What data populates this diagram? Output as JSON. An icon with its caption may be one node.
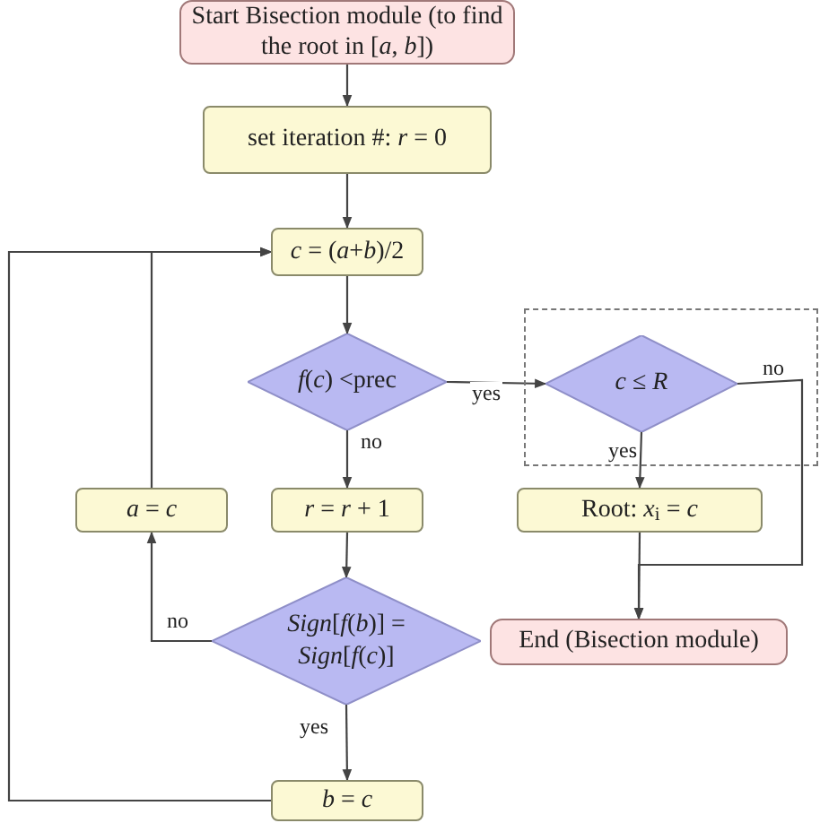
{
  "diagram": {
    "nodes": [
      {
        "text": [
          "Start Bisection module (to find the root in [*a*, *b*])"
        ]
      },
      {
        "text": [
          "set iteration #: *r* = 0"
        ]
      },
      {
        "text": [
          "*c* = (*a*+*b*)/2"
        ]
      },
      {
        "text": [
          "*f*(*c*) <prec"
        ]
      },
      {
        "text": [],
        "shape": "box"
      },
      {
        "text": [
          "*c* ≤ *R*"
        ],
        "in": 4
      },
      {
        "text": [
          "*a* = *c*"
        ]
      },
      {
        "text": [
          "*r* = *r* + 1"
        ]
      },
      {
        "text": [
          "Root: *x*$_{i}$ = *c*"
        ]
      },
      {
        "text": [
          "*Sign*[*f*(*b*)] = *Sign*[*f*(*c*)]"
        ]
      },
      {
        "text": [
          "End (Bisection module)"
        ]
      },
      {
        "text": [
          "*b* = *c*"
        ]
      }
    ],
    "edges": [
      {
        "from": 0,
        "to": 1,
        "arrow": "to"
      },
      {
        "from": 1,
        "to": 2,
        "arrow": "to"
      },
      {
        "from": 2,
        "to": 3,
        "arrow": "to"
      },
      {
        "from": 3,
        "to": 5,
        "arrow": "to",
        "label": "yes"
      },
      {
        "from": 3,
        "to": 7,
        "arrow": "to",
        "label": "no"
      },
      {
        "from": 5,
        "to": 8,
        "arrow": "to",
        "label": "yes"
      },
      {
        "from": 5,
        "to": 10,
        "arrow": "to",
        "label": "no"
      },
      {
        "from": 8,
        "to": 10,
        "arrow": "to"
      },
      {
        "from": 7,
        "to": 9,
        "arrow": "to"
      },
      {
        "from": 9,
        "to": 6,
        "arrow": "to",
        "label": "no"
      },
      {
        "from": 9,
        "to": 11,
        "arrow": "to",
        "label": "yes"
      },
      {
        "from": 6,
        "to": 2,
        "arrow": "to"
      },
      {
        "from": 11,
        "to": 2,
        "arrow": "to"
      }
    ]
  }
}
